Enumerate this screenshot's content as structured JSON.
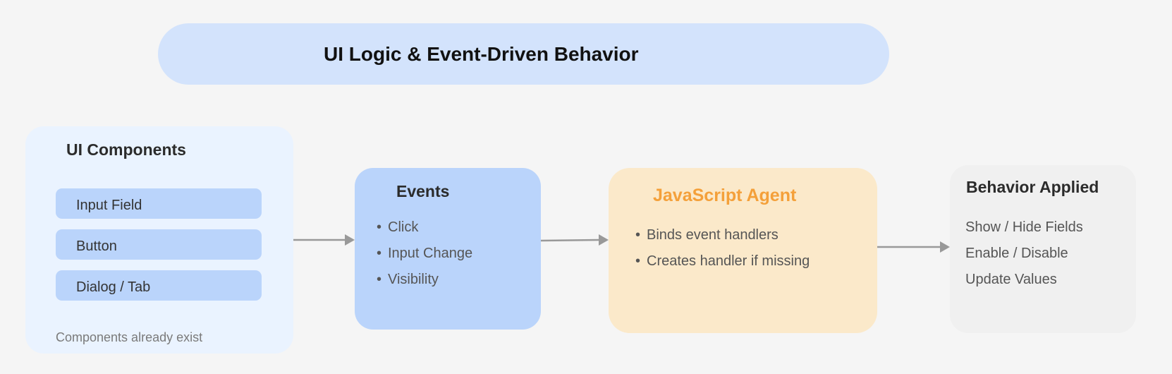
{
  "title": "UI Logic & Event-Driven Behavior",
  "ui_components": {
    "heading": "UI Components",
    "items": [
      "Input Field",
      "Button",
      "Dialog / Tab"
    ],
    "note": "Components already exist"
  },
  "events": {
    "heading": "Events",
    "items": [
      "Click",
      "Input Change",
      "Visibility"
    ]
  },
  "agent": {
    "heading": "JavaScript Agent",
    "items": [
      "Binds event handlers",
      "Creates handler if missing"
    ]
  },
  "behavior": {
    "heading": "Behavior Applied",
    "items": [
      "Show / Hide Fields",
      "Enable / Disable",
      "Update Values"
    ]
  },
  "colors": {
    "title_pill": "#d3e3fc",
    "ui_panel": "#eaf3ff",
    "events_panel": "#bad4fb",
    "agent_panel": "#fbe9ca",
    "agent_heading": "#f4a03a",
    "behavior_panel": "#f0f0f0",
    "arrow": "#999999"
  }
}
